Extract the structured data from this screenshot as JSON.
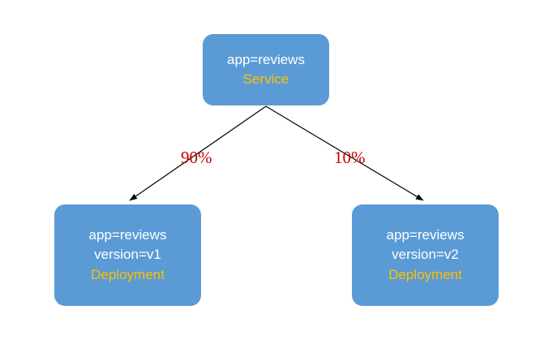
{
  "diagram": {
    "type": "traffic-split-tree",
    "background_color": "#ffffff",
    "node_color": "#5b9bd5",
    "selector_text_color": "#ffffff",
    "kind_text_color": "#ffc000",
    "edge_color": "#000000",
    "edge_label_color": "#c00000",
    "nodes": [
      {
        "id": "service",
        "selector": "app=reviews",
        "kind": "Service"
      },
      {
        "id": "deploy-v1",
        "selector": "app=reviews",
        "version": "version=v1",
        "kind": "Deployment"
      },
      {
        "id": "deploy-v2",
        "selector": "app=reviews",
        "version": "version=v2",
        "kind": "Deployment"
      }
    ],
    "edges": [
      {
        "id": "edge-left",
        "from": "service",
        "to": "deploy-v1",
        "label": "90%"
      },
      {
        "id": "edge-right",
        "from": "service",
        "to": "deploy-v2",
        "label": "10%"
      }
    ]
  }
}
